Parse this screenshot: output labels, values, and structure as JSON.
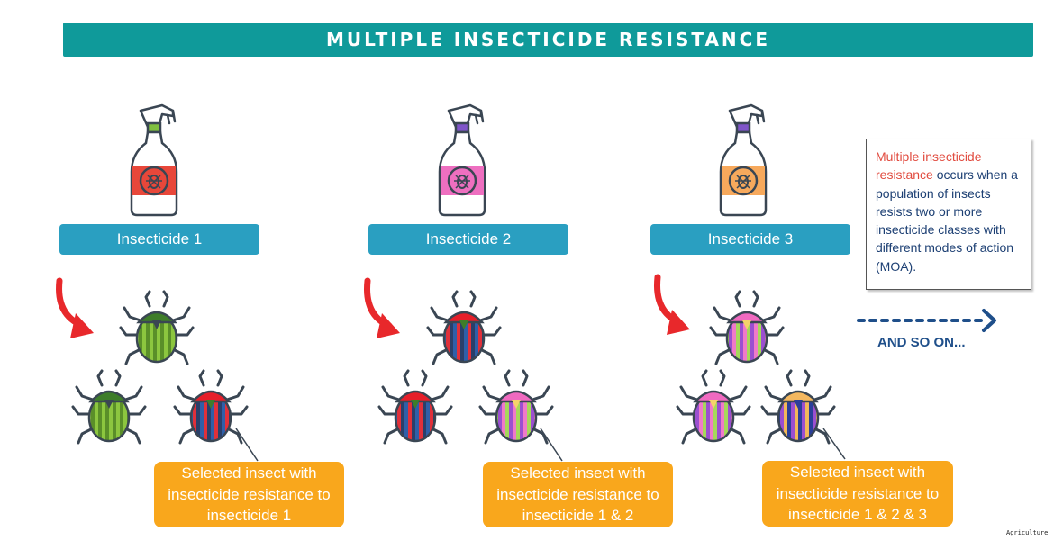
{
  "title": "MULTIPLE INSECTICIDE RESISTANCE",
  "stages": [
    {
      "insecticide_label": "Insecticide 1",
      "callout": "Selected insect with\ninsecticide resistance to\ninsecticide 1",
      "bottle_color": "#e8473a",
      "cap_color": "#7fbf3f"
    },
    {
      "insecticide_label": "Insecticide 2",
      "callout": "Selected insect with\ninsecticide resistance to\ninsecticide 1 & 2",
      "bottle_color": "#ee6fc0",
      "cap_color": "#7f55c9"
    },
    {
      "insecticide_label": "Insecticide 3",
      "callout": "Selected insect with\ninsecticide resistance to\ninsecticide 1 & 2 & 3",
      "bottle_color": "#f7a95c",
      "cap_color": "#7f55c9"
    }
  ],
  "info_box": {
    "highlight": "Multiple insecticide resistance",
    "text": " occurs when a population of insects resists two or more insecticide classes with different modes of action (MOA)."
  },
  "and_so_on": "AND SO ON...",
  "watermark": "Agriculture",
  "colors": {
    "title_bar": "#0f9a9a",
    "label_bg": "#2a9fc1",
    "callout_bg": "#f9a71c",
    "arrow_red": "#e8282b",
    "dotted_arrow": "#1f4f8a"
  }
}
